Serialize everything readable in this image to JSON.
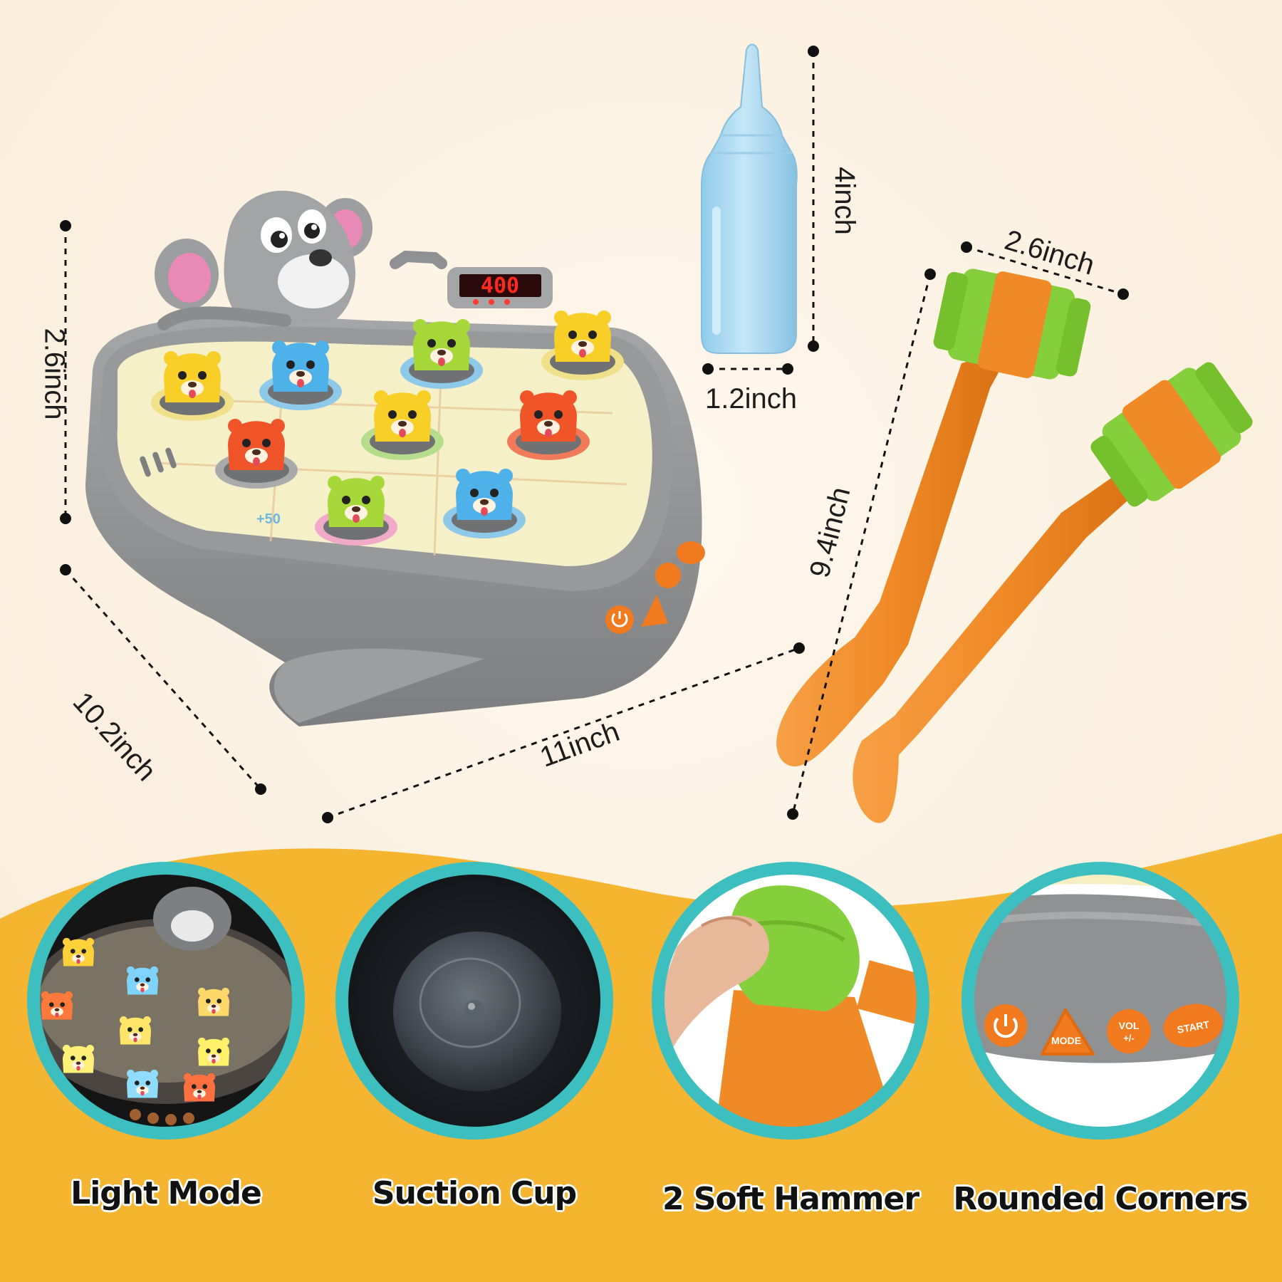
{
  "dimensions": {
    "board_height": "2.6inch",
    "board_depth": "10.2inch",
    "board_width": "11inch",
    "bottle_height": "4inch",
    "bottle_width": "1.2inch",
    "hammer_head": "2.6inch",
    "hammer_length": "9.4inch"
  },
  "board": {
    "score_display": "400",
    "buttons": {
      "mode": "MODE",
      "vol": "VOL",
      "vol_sub": "+/-",
      "start": "START"
    }
  },
  "features": [
    {
      "label": "Light Mode"
    },
    {
      "label": "Suction Cup"
    },
    {
      "label": "2 Soft Hammer"
    },
    {
      "label": "Rounded Corners"
    }
  ],
  "colors": {
    "background": "#fbf1e1",
    "band": "#f6b531",
    "circle_ring": "#3ebfbf",
    "board_grey": "#8e9092",
    "hammer_orange": "#f08a26",
    "hammer_green": "#86cf3c",
    "bottle_blue": "#a9d7ef"
  }
}
